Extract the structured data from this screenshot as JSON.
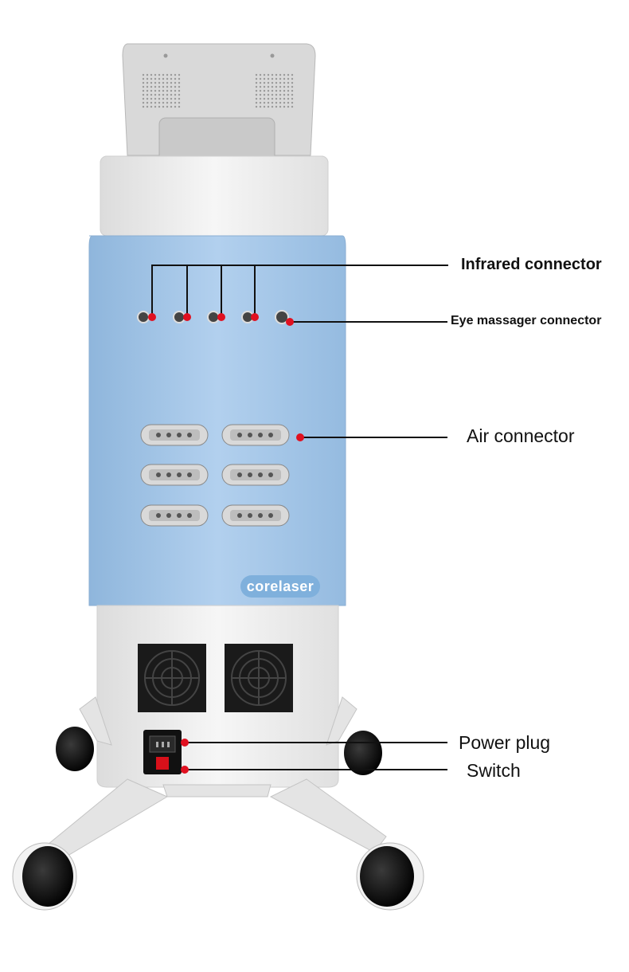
{
  "brand": {
    "logo_text": "corelaser"
  },
  "callouts": {
    "infrared": "Infrared connector",
    "eye_massager": "Eye massager connector",
    "air": "Air connector",
    "power_plug": "Power plug",
    "switch": "Switch"
  },
  "colors": {
    "panel_blue": "#a9c8e8",
    "panel_white": "#f1f1f1",
    "marker_red": "#e01020",
    "leader_line": "#111111",
    "fan_black": "#1a1a1a"
  },
  "counts": {
    "infrared_ports": 4,
    "eye_massager_ports": 1,
    "air_ports": 6,
    "fans": 2,
    "wheels": 4
  }
}
